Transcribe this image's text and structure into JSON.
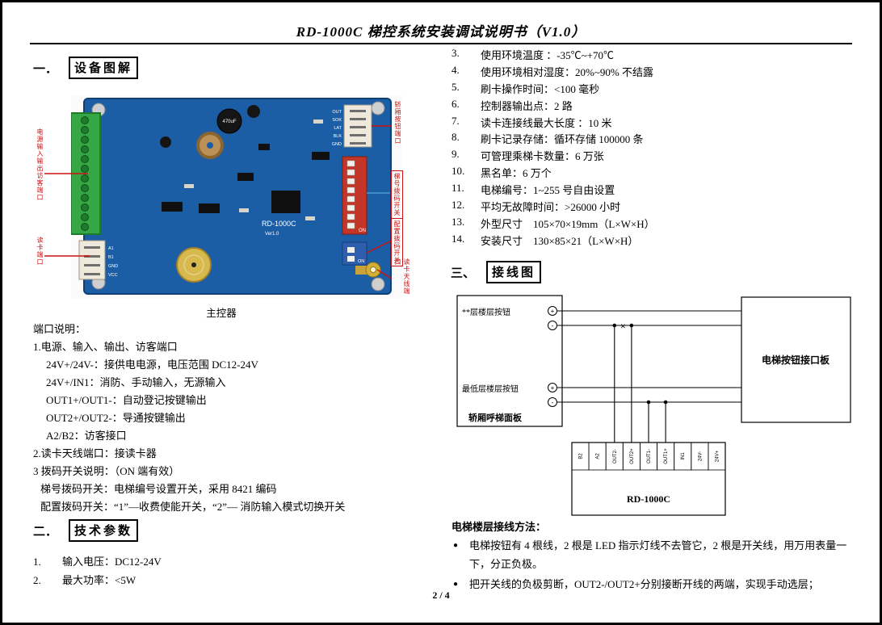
{
  "page": {
    "title": "RD-1000C 梯控系统安装调试说明书（V1.0）",
    "footer": "2 / 4"
  },
  "sections": {
    "device": {
      "num": "一．",
      "title": "设备图解"
    },
    "tech": {
      "num": "二．",
      "title": "技术参数"
    },
    "wiring": {
      "num": "三、",
      "title": "接线图"
    }
  },
  "board": {
    "caption": "主控器",
    "silkscreen_model": "RD-1000C",
    "silkscreen_ver": "Ver1.0",
    "cap_label": "470uF",
    "dip_on_label": "ON",
    "dip2_on_label": "ON",
    "conn_top_labels": [
      "OUT",
      "SOK",
      "LAT",
      "BLK",
      "GND"
    ],
    "conn_left_labels": [
      "A1",
      "B1",
      "GND",
      "VCC"
    ],
    "callouts": {
      "power_io": "电源输入输出访客端口",
      "reader": "读卡端口",
      "car_button": "轿厢按钮端口",
      "dip_elevator": "梯号拨码开关",
      "dip_config": "配置拨码开关",
      "antenna": "读卡天线端口"
    }
  },
  "port_desc": {
    "heading": "端口说明：",
    "lines": [
      {
        "text": "1.电源、输入、输出、访客端口"
      },
      {
        "text": "24V+/24V-：接供电电源，电压范围 DC12-24V"
      },
      {
        "text": "24V+/IN1：消防、手动输入，无源输入"
      },
      {
        "text": "OUT1+/OUT1-：自动登记按键输出"
      },
      {
        "text": "OUT2+/OUT2-：导通按键输出"
      },
      {
        "text": "A2/B2：访客接口"
      },
      {
        "text": "2.读卡天线端口：接读卡器"
      },
      {
        "text": "3 拨码开关说明：（ON 端有效）"
      },
      {
        "text": "梯号拨码开关：电梯编号设置开关，采用 8421 编码"
      },
      {
        "text": "配置拨码开关：“1”—收费使能开关，“2”— 消防输入模式切换开关"
      }
    ]
  },
  "tech_params": [
    {
      "num": "1.",
      "text": "输入电压：DC12-24V"
    },
    {
      "num": "2.",
      "text": "最大功率：<5W"
    }
  ],
  "param_list": [
    {
      "num": "3.",
      "text": "使用环境温度 ：-35℃~+70℃"
    },
    {
      "num": "4.",
      "text": "使用环境相对湿度：20%~90% 不结露"
    },
    {
      "num": "5.",
      "text": "刷卡操作时间：<100 毫秒"
    },
    {
      "num": "6.",
      "text": "控制器输出点：2 路"
    },
    {
      "num": "7.",
      "text": "读卡连接线最大长度 ：10 米"
    },
    {
      "num": "8.",
      "text": "刷卡记录存储：循环存储 100000 条"
    },
    {
      "num": "9.",
      "text": "可管理乘梯卡数量：6 万张"
    },
    {
      "num": "10.",
      "text": "黑名单：6 万个"
    },
    {
      "num": "11.",
      "text": "电梯编号：1~255 号自由设置"
    },
    {
      "num": "12.",
      "text": "平均无故障时间：>26000 小时"
    },
    {
      "num": "13.",
      "text": "外型尺寸　105×70×19mm（L×W×H）"
    },
    {
      "num": "14.",
      "text": "安装尺寸　130×85×21（L×W×H）"
    }
  ],
  "wiring": {
    "panel": {
      "label_top": "**层楼层按钮",
      "label_bottom": "最低层楼层按钮",
      "name": "轿厢呼梯面板",
      "plus": "+",
      "minus": "-"
    },
    "interface_board": "电梯按钮接口板",
    "controller": {
      "name": "RD-1000C",
      "terminals": [
        "B2",
        "A2",
        "OUT2-",
        "OUT2+",
        "OUT1-",
        "OUT1+",
        "IN1",
        "24V-",
        "24V+"
      ]
    },
    "cut_mark": "×",
    "method": {
      "heading": "电梯楼层接线方法：",
      "bullet_glyph": "●",
      "bullets": [
        "电梯按钮有 4 根线，2 根是 LED 指示灯线不去管它，2 根是开关线，用万用表量一下，分正负极。",
        "把开关线的负极剪断，OUT2-/OUT2+分别接断开线的两端，实现手动选层；"
      ]
    }
  }
}
